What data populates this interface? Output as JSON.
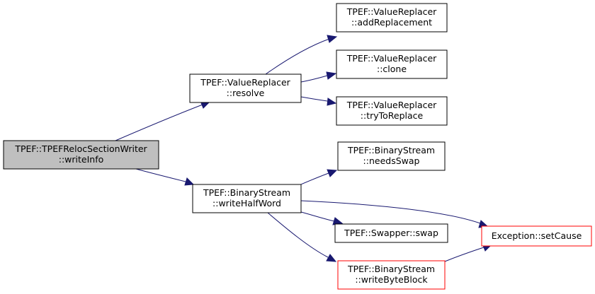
{
  "colors": {
    "edge": "#191970",
    "border_normal": "#000000",
    "border_warning": "#ff0000",
    "root_fill": "#bfbfbf",
    "fill": "#ffffff"
  },
  "nodes": {
    "root": {
      "line1": "TPEF::TPEFRelocSectionWriter",
      "line2": "::writeInfo"
    },
    "resolve": {
      "line1": "TPEF::ValueReplacer",
      "line2": "::resolve"
    },
    "addReplacement": {
      "line1": "TPEF::ValueReplacer",
      "line2": "::addReplacement"
    },
    "clone": {
      "line1": "TPEF::ValueReplacer",
      "line2": "::clone"
    },
    "tryToReplace": {
      "line1": "TPEF::ValueReplacer",
      "line2": "::tryToReplace"
    },
    "writeHalfWord": {
      "line1": "TPEF::BinaryStream",
      "line2": "::writeHalfWord"
    },
    "needsSwap": {
      "line1": "TPEF::BinaryStream",
      "line2": "::needsSwap"
    },
    "swap": {
      "line1": "TPEF::Swapper::swap"
    },
    "writeByteBlock": {
      "line1": "TPEF::BinaryStream",
      "line2": "::writeByteBlock"
    },
    "setCause": {
      "line1": "Exception::setCause"
    }
  }
}
